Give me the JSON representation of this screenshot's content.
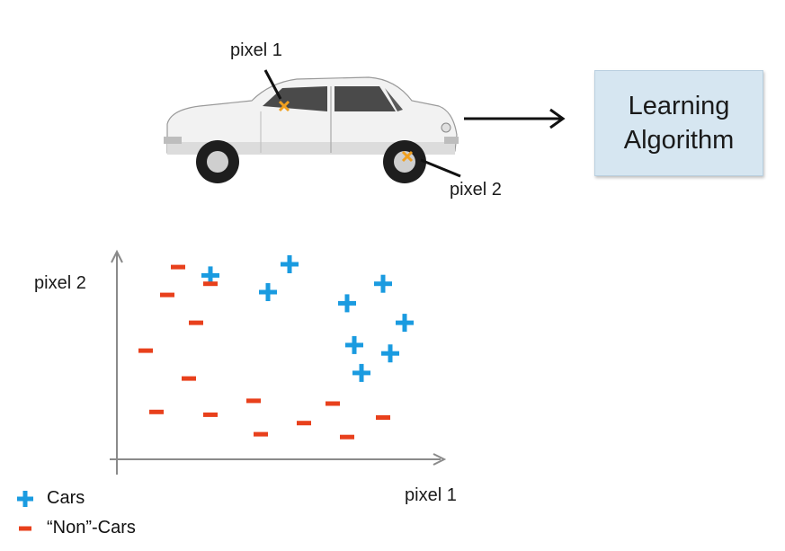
{
  "diagram": {
    "pixel1_label": "pixel 1",
    "pixel2_label": "pixel 2",
    "algorithm_box": {
      "line1": "Learning",
      "line2": "Algorithm"
    },
    "marker_color": "#f0a020",
    "car_body_color": "#f2f2f2"
  },
  "chart_data": {
    "type": "scatter",
    "xlabel": "pixel 1",
    "ylabel": "pixel 2",
    "grid": false,
    "series": [
      {
        "name": "Cars",
        "marker": "plus",
        "color": "#1a9be0",
        "points": [
          [
            1.3,
            6.6
          ],
          [
            2.1,
            6.0
          ],
          [
            2.4,
            7.0
          ],
          [
            3.2,
            5.6
          ],
          [
            3.7,
            6.3
          ],
          [
            3.3,
            4.1
          ],
          [
            4.0,
            4.9
          ],
          [
            3.4,
            3.1
          ],
          [
            3.8,
            3.8
          ]
        ]
      },
      {
        "name": "“Non”-Cars",
        "marker": "minus",
        "color": "#e8401c",
        "points": [
          [
            0.85,
            6.9
          ],
          [
            1.3,
            6.3
          ],
          [
            0.7,
            5.9
          ],
          [
            1.1,
            4.9
          ],
          [
            0.4,
            3.9
          ],
          [
            1.0,
            2.9
          ],
          [
            0.55,
            1.7
          ],
          [
            1.3,
            1.6
          ],
          [
            1.9,
            2.1
          ],
          [
            2.0,
            0.9
          ],
          [
            2.6,
            1.3
          ],
          [
            3.0,
            2.0
          ],
          [
            3.2,
            0.8
          ],
          [
            3.7,
            1.5
          ]
        ]
      }
    ],
    "legend": {
      "position": "bottom-left",
      "items": [
        {
          "label": "Cars",
          "marker": "plus",
          "color": "#1a9be0"
        },
        {
          "label": "“Non”-Cars",
          "marker": "minus",
          "color": "#e8401c"
        }
      ]
    }
  }
}
